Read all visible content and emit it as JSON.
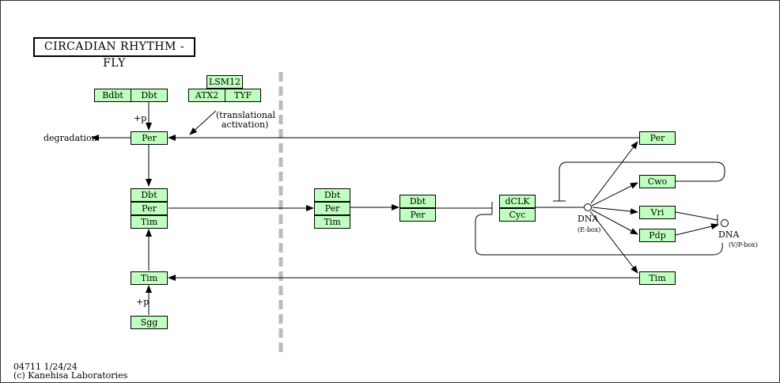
{
  "title": "CIRCADIAN  RHYTHM - FLY",
  "genes": {
    "bdbt": "Bdbt",
    "dbt_top": "Dbt",
    "lsm12": "LSM12",
    "atx2": "ATX2",
    "tyf": "TYF",
    "per_top": "Per",
    "dbt_l": "Dbt",
    "per_l": "Per",
    "tim_l": "Tim",
    "tim_bottom": "Tim",
    "sgg": "Sgg",
    "dbt_m": "Dbt",
    "per_m": "Per",
    "tim_m": "Tim",
    "dbt_r": "Dbt",
    "per_r": "Per",
    "dclk": "dCLK",
    "cyc": "Cyc",
    "per_out": "Per",
    "cwo": "Cwo",
    "vri": "Vri",
    "pdp": "Pdp",
    "tim_out": "Tim"
  },
  "labels": {
    "plus_p_top": "+p",
    "plus_p_bottom": "+p",
    "degradation": "degradation",
    "translational_1": "(translational",
    "translational_2": "activation)",
    "dna_ebox": "DNA",
    "ebox": "(E-box)",
    "dna_vp": "DNA",
    "vpbox": "(V/P-box)"
  },
  "footer": {
    "line1": "04711 1/24/24",
    "line2": "(c) Kanehisa Laboratories"
  },
  "colors": {
    "gene_fill": "#bfffbf",
    "divider": "#bbbbbb"
  }
}
